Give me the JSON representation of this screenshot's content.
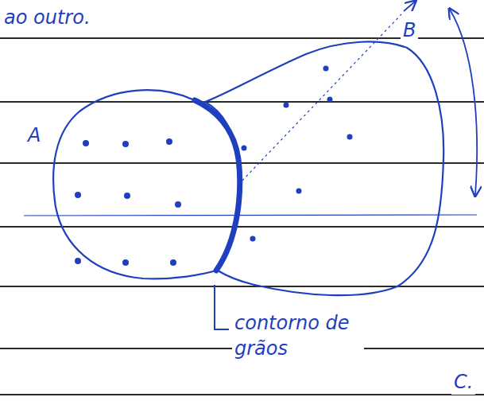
{
  "diagram": {
    "labels": [
      "ao outro.",
      "A",
      "B",
      "contorno de grãos",
      "C."
    ]
  }
}
